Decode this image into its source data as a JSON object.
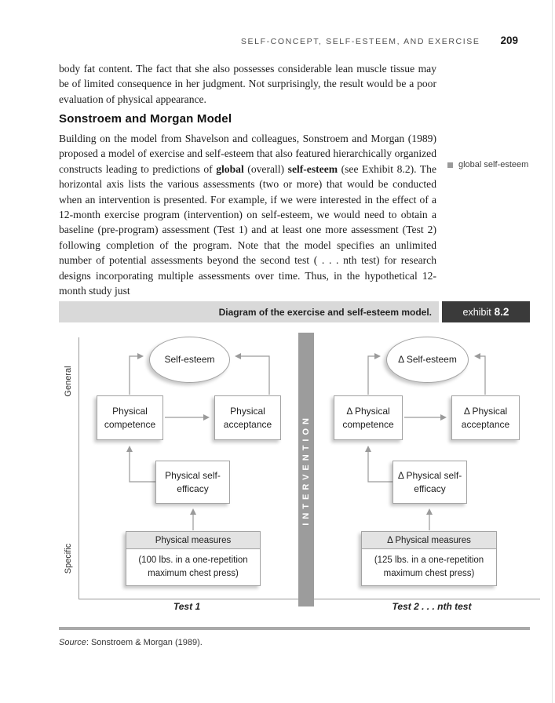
{
  "page": {
    "running_head": "SELF-CONCEPT, SELF-ESTEEM, AND EXERCISE",
    "page_number": "209"
  },
  "intro": {
    "text": "body fat content. The fact that she also possesses considerable lean muscle tissue may be of limited consequence in her judgment. Not surprisingly, the result would be a poor evaluation of physical appearance."
  },
  "section": {
    "heading": "Sonstroem and Morgan Model",
    "paragraph": {
      "seg1": "Building on the model from Shavelson and colleagues, Sonstroem and Morgan (1989) proposed a model of exercise and self-esteem that also featured hierarchically organized constructs leading to predictions of ",
      "bold1": "global",
      "seg2": " (overall) ",
      "bold2": "self-esteem",
      "seg3": " (see Exhibit 8.2). The horizontal axis lists the various assessments (two or more) that would be conducted when an intervention is presented. For example, if we were interested in the effect of a 12-month exercise program (intervention) on self-esteem, we would need to obtain a baseline (pre-program) assessment (Test 1) and at least one more assessment (Test 2) following completion of the program. Note that the model specifies an unlimited number of potential assessments beyond the second test ( . . . nth test) for research designs incorporating multiple assessments over time. Thus, in the hypothetical 12-month study just"
    }
  },
  "margin_note": {
    "label": "global self-esteem"
  },
  "exhibit": {
    "caption": "Diagram of the exercise and self-esteem model.",
    "label_word": "exhibit",
    "label_number": "8.2"
  },
  "diagram": {
    "axis": {
      "top_label": "General",
      "bottom_label": "Specific"
    },
    "intervention_label": "INTERVENTION",
    "left": {
      "ellipse": "Self-esteem",
      "competence": "Physical competence",
      "acceptance": "Physical acceptance",
      "self_efficacy": "Physical self-efficacy",
      "measures_title": "Physical measures",
      "measures_detail": "(100 lbs. in a one-repetition maximum chest press)",
      "test_label": "Test 1"
    },
    "right": {
      "ellipse": "Δ Self-esteem",
      "competence": "Δ Physical competence",
      "acceptance": "Δ Physical acceptance",
      "self_efficacy": "Δ Physical self-efficacy",
      "measures_title": "Δ Physical measures",
      "measures_detail": "(125 lbs. in a one-repetition maximum chest press)",
      "test_label": "Test 2 . . . nth test"
    }
  },
  "source": {
    "prefix": "Source",
    "text": ": Sonstroem & Morgan (1989)."
  },
  "colors": {
    "exhibit_bar": "#d9d9d9",
    "exhibit_tag": "#3a3a3a",
    "intervention_bar": "#9c9c9c",
    "diagram_line": "#9a9a9a",
    "measures_header": "#e3e3e3",
    "bottom_rule": "#a9a9a9"
  }
}
